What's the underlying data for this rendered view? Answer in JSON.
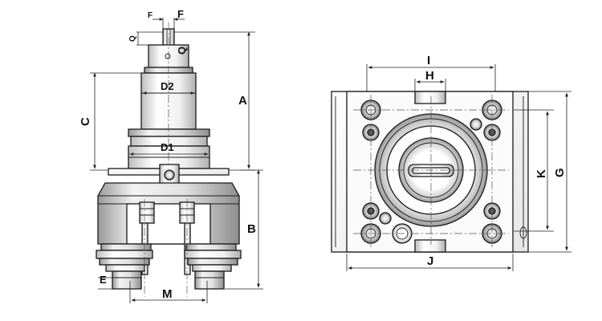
{
  "side_view": {
    "labels": {
      "A": "A",
      "B": "B",
      "C": "C",
      "D1": "D1",
      "D2": "D2",
      "E": "E",
      "F": "F",
      "F_small": "F",
      "M": "M",
      "Q": "Q",
      "Q_small": "Q"
    }
  },
  "front_view": {
    "labels": {
      "G": "G",
      "H": "H",
      "I": "I",
      "J": "J",
      "K": "K"
    }
  },
  "colors": {
    "stroke": "#1a1a1a",
    "fill_light": "#f3f3f3",
    "fill_mid": "#d4d4d4",
    "fill_dark": "#8c8c8c",
    "background": "#ffffff"
  }
}
